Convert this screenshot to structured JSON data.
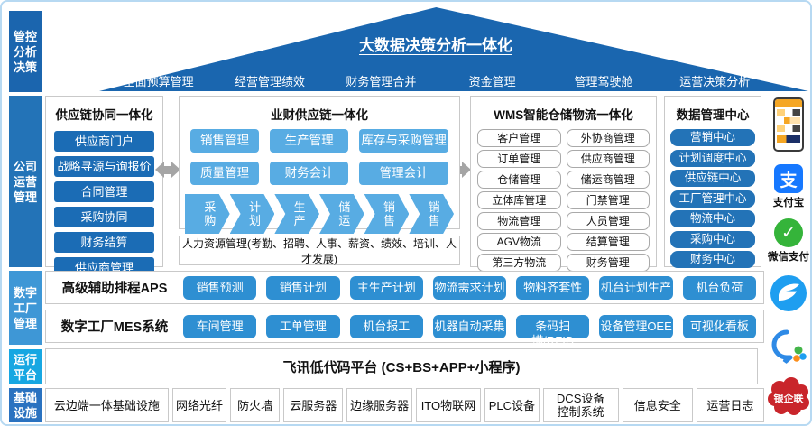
{
  "sidebar": {
    "items": [
      {
        "label": "管控\n分析\n决策"
      },
      {
        "label": "公司\n运营\n管理"
      },
      {
        "label": "数字\n工厂\n管理"
      },
      {
        "label": "运行\n平台"
      },
      {
        "label": "基础\n设施"
      }
    ]
  },
  "roof": {
    "title": "大数据决策分析一体化",
    "items": [
      "全面预算管理",
      "经营管理绩效",
      "财务管理合并",
      "资金管理",
      "管理驾驶舱",
      "运营决策分析"
    ]
  },
  "supply_collab_panel": {
    "title": "供应链协同一体化",
    "items": [
      "供应商门户",
      "战略寻源与询报价",
      "合同管理",
      "采购协同",
      "财务结算",
      "供应商管理"
    ]
  },
  "finance_supply_panel": {
    "title": "业财供应链一体化",
    "buttons": [
      "销售管理",
      "生产管理",
      "库存与采购管理",
      "质量管理",
      "财务会计",
      "管理会计"
    ],
    "chevrons": [
      "采购",
      "计划",
      "生产",
      "储运",
      "销售",
      "销售"
    ],
    "hr_note": "人力资源管理(考勤、招聘、人事、薪资、绩效、培训、人才发展)"
  },
  "wms_panel": {
    "title": "WMS智能仓储物流一体化",
    "left": [
      "客户管理",
      "订单管理",
      "仓储管理",
      "立体库管理",
      "物流管理",
      "AGV物流",
      "第三方物流"
    ],
    "right": [
      "外协商管理",
      "供应商管理",
      "储运商管理",
      "门禁管理",
      "人员管理",
      "结算管理",
      "财务管理"
    ]
  },
  "data_center_panel": {
    "title": "数据管理中心",
    "items": [
      "营销中心",
      "计划调度中心",
      "供应链中心",
      "工厂管理中心",
      "物流中心",
      "采购中心",
      "财务中心"
    ]
  },
  "factory": {
    "rows": [
      {
        "label": "高级辅助排程APS",
        "buttons": [
          "销售预测",
          "销售计划",
          "主生产计划",
          "物流需求计划",
          "物料齐套性",
          "机台计划生产",
          "机台负荷"
        ]
      },
      {
        "label": "数字工厂MES系统",
        "buttons": [
          "车间管理",
          "工单管理",
          "机台报工",
          "机器自动采集",
          "条码扫描/RFID",
          "设备管理OEE",
          "可视化看板"
        ]
      }
    ]
  },
  "platform_row": {
    "label": "飞讯低代码平台 (CS+BS+APP+小程序)"
  },
  "infra_row": {
    "cells": [
      "云边端一体基础设施",
      "网络光纤",
      "防火墙",
      "云服务器",
      "边缘服务器",
      "ITO物联网",
      "PLC设备",
      "DCS设备\n控制系统",
      "信息安全",
      "运营日志"
    ]
  },
  "right_rail": {
    "alipay_glyph": "支",
    "alipay_label": "支付宝",
    "wechat_pay_glyph": "✓",
    "wechat_pay_label": "微信支付",
    "bank_link_label": "银企联"
  },
  "colors": {
    "dark_blue": "#1b65ae",
    "mid_blue": "#2e8fd2",
    "light_blue": "#58ace3",
    "sidebar_runtime": "#17a7e2",
    "sidebar_infra": "#2a72c0",
    "arrow_gray": "#a5a5a5",
    "frame_border": "#b7d9f2",
    "alipay_blue": "#1678ff",
    "wechat_green": "#35b43a",
    "unionpay_red": "#c9252b"
  }
}
